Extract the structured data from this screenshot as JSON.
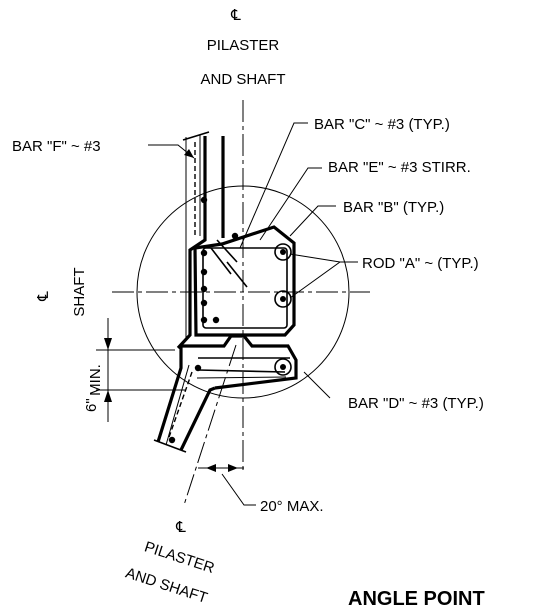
{
  "top_centerline": {
    "symbol": "℄",
    "line1": "PILASTER",
    "line2": "AND SHAFT"
  },
  "bottom_centerline": {
    "symbol": "℄",
    "line1": "PILASTER",
    "line2": "AND SHAFT"
  },
  "shaft_centerline": {
    "symbol": "℄",
    "label": "SHAFT"
  },
  "callouts": {
    "bar_f": "BAR \"F\" ~ #3",
    "bar_c": "BAR \"C\" ~ #3 (TYP.)",
    "bar_e": "BAR \"E\" ~ #3 STIRR.",
    "bar_b": "BAR \"B\" (TYP.)",
    "rod_a": "ROD \"A\" ~ (TYP.)",
    "bar_d": "BAR \"D\" ~ #3 (TYP.)"
  },
  "dimensions": {
    "min_value": "6\"",
    "min_label": "MIN.",
    "angle": "20°  MAX."
  },
  "title": "ANGLE POINT"
}
